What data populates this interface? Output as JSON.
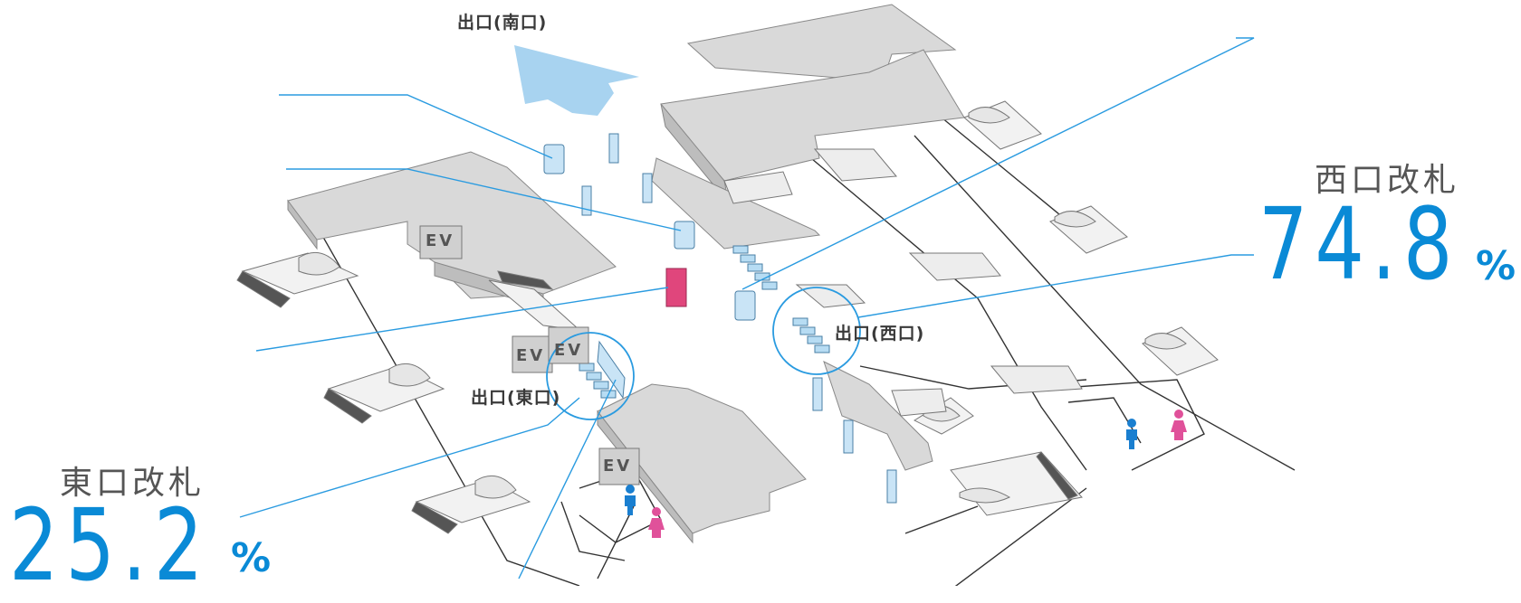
{
  "exits": {
    "south": "出口(南口)",
    "west": "出口(西口)",
    "east": "出口(東口)"
  },
  "elevator_label": "EV",
  "gates": {
    "east": {
      "name": "東口改札",
      "value": "25.2",
      "unit": "%",
      "share": 25.2
    },
    "west": {
      "name": "西口改札",
      "value": "74.8",
      "unit": "%",
      "share": 74.8
    }
  },
  "colors": {
    "accent_blue": "#0a8ad6",
    "leader_line": "#2a9be0",
    "arrow_fill": "#a8d3f0",
    "pillar_fill": "#c9e4f6",
    "marker_pink": "#e0467c",
    "male_icon": "#1a7fd0",
    "female_icon": "#e0519a",
    "floor_gray": "#d9d9d9"
  },
  "icons": [
    "south-exit-arrow-icon",
    "male-restroom-icon",
    "female-restroom-icon",
    "escalator-icon",
    "stairs-icon",
    "elevator-icon"
  ]
}
